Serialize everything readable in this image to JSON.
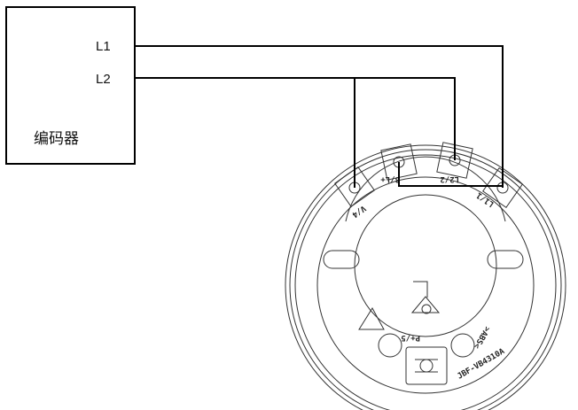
{
  "encoder": {
    "title": "编码器",
    "terminal_l1": "L1",
    "terminal_l2": "L2"
  },
  "base": {
    "terminals": [
      "V/4",
      "3/L+",
      "L2/2",
      "L1/1",
      "P+/5"
    ],
    "material_mark": ">ABS<",
    "model": "JBF-VB4310A"
  }
}
